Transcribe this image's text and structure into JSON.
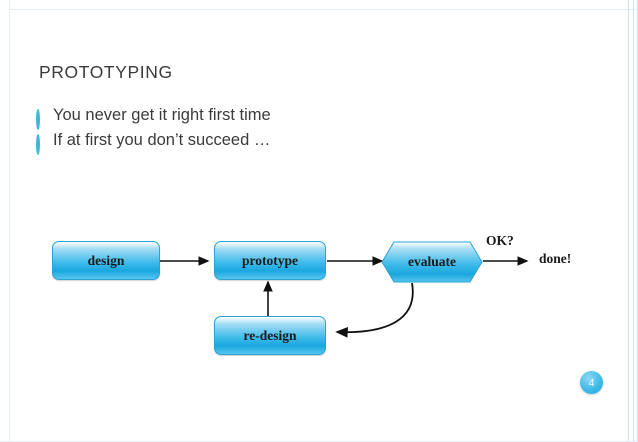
{
  "slide": {
    "title": "PROTOTYPING",
    "page_number": "4",
    "accent_color": "#3fb5e0",
    "text_color": "#3b3b3b",
    "bullets": [
      {
        "marker": "ring-bullet-icon",
        "text": "You never get it right first time"
      },
      {
        "marker": "ring-bullet-icon",
        "text": "If at first you don’t succeed …"
      }
    ],
    "diagram": {
      "nodes": [
        {
          "id": "design",
          "label": "design",
          "shape": "rounded-rectangle"
        },
        {
          "id": "prototype",
          "label": "prototype",
          "shape": "rounded-rectangle"
        },
        {
          "id": "evaluate",
          "label": "evaluate",
          "shape": "hexagon"
        },
        {
          "id": "re-design",
          "label": "re-design",
          "shape": "rounded-rectangle"
        }
      ],
      "labels": [
        {
          "id": "ok-label",
          "text": "OK?"
        },
        {
          "id": "done-label",
          "text": "done!"
        }
      ],
      "connectors": [
        {
          "from": "design",
          "to": "prototype",
          "style": "arrow"
        },
        {
          "from": "prototype",
          "to": "evaluate",
          "style": "arrow"
        },
        {
          "from": "evaluate",
          "to": "done",
          "style": "arrow"
        },
        {
          "from": "evaluate",
          "to": "re-design",
          "style": "curved-arrow"
        },
        {
          "from": "re-design",
          "to": "prototype",
          "style": "arrow-up"
        }
      ]
    }
  }
}
